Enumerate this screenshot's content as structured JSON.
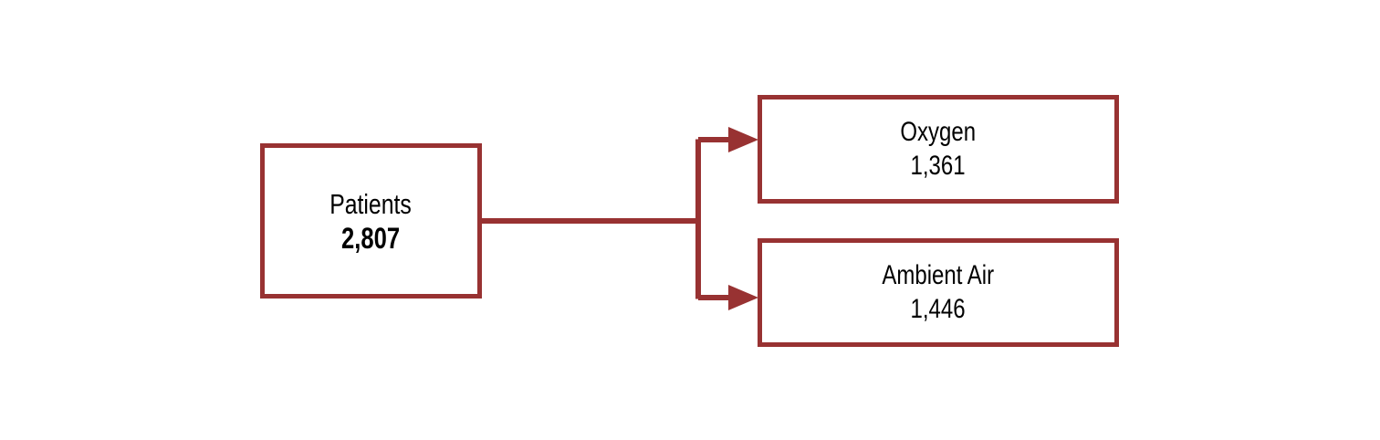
{
  "diagram": {
    "type": "flowchart",
    "orientation": "left-to-right",
    "background_color": "#ffffff",
    "accent_color": "#983232",
    "text_color": "#000000",
    "source_node": {
      "id": "patients",
      "label": "Patients",
      "value": "2,807",
      "value_emphasis": "bold"
    },
    "target_nodes": [
      {
        "id": "oxygen",
        "label": "Oxygen",
        "value": "1,361",
        "value_emphasis": "regular"
      },
      {
        "id": "ambient-air",
        "label": "Ambient Air",
        "value": "1,446",
        "value_emphasis": "regular"
      }
    ],
    "connectors": [
      {
        "id": "patients-to-oxygen",
        "from": "patients",
        "to": "oxygen",
        "style": "elbow",
        "arrowhead": "solid-triangle"
      },
      {
        "id": "patients-to-ambient-air",
        "from": "patients",
        "to": "ambient-air",
        "style": "elbow",
        "arrowhead": "solid-triangle"
      }
    ]
  }
}
